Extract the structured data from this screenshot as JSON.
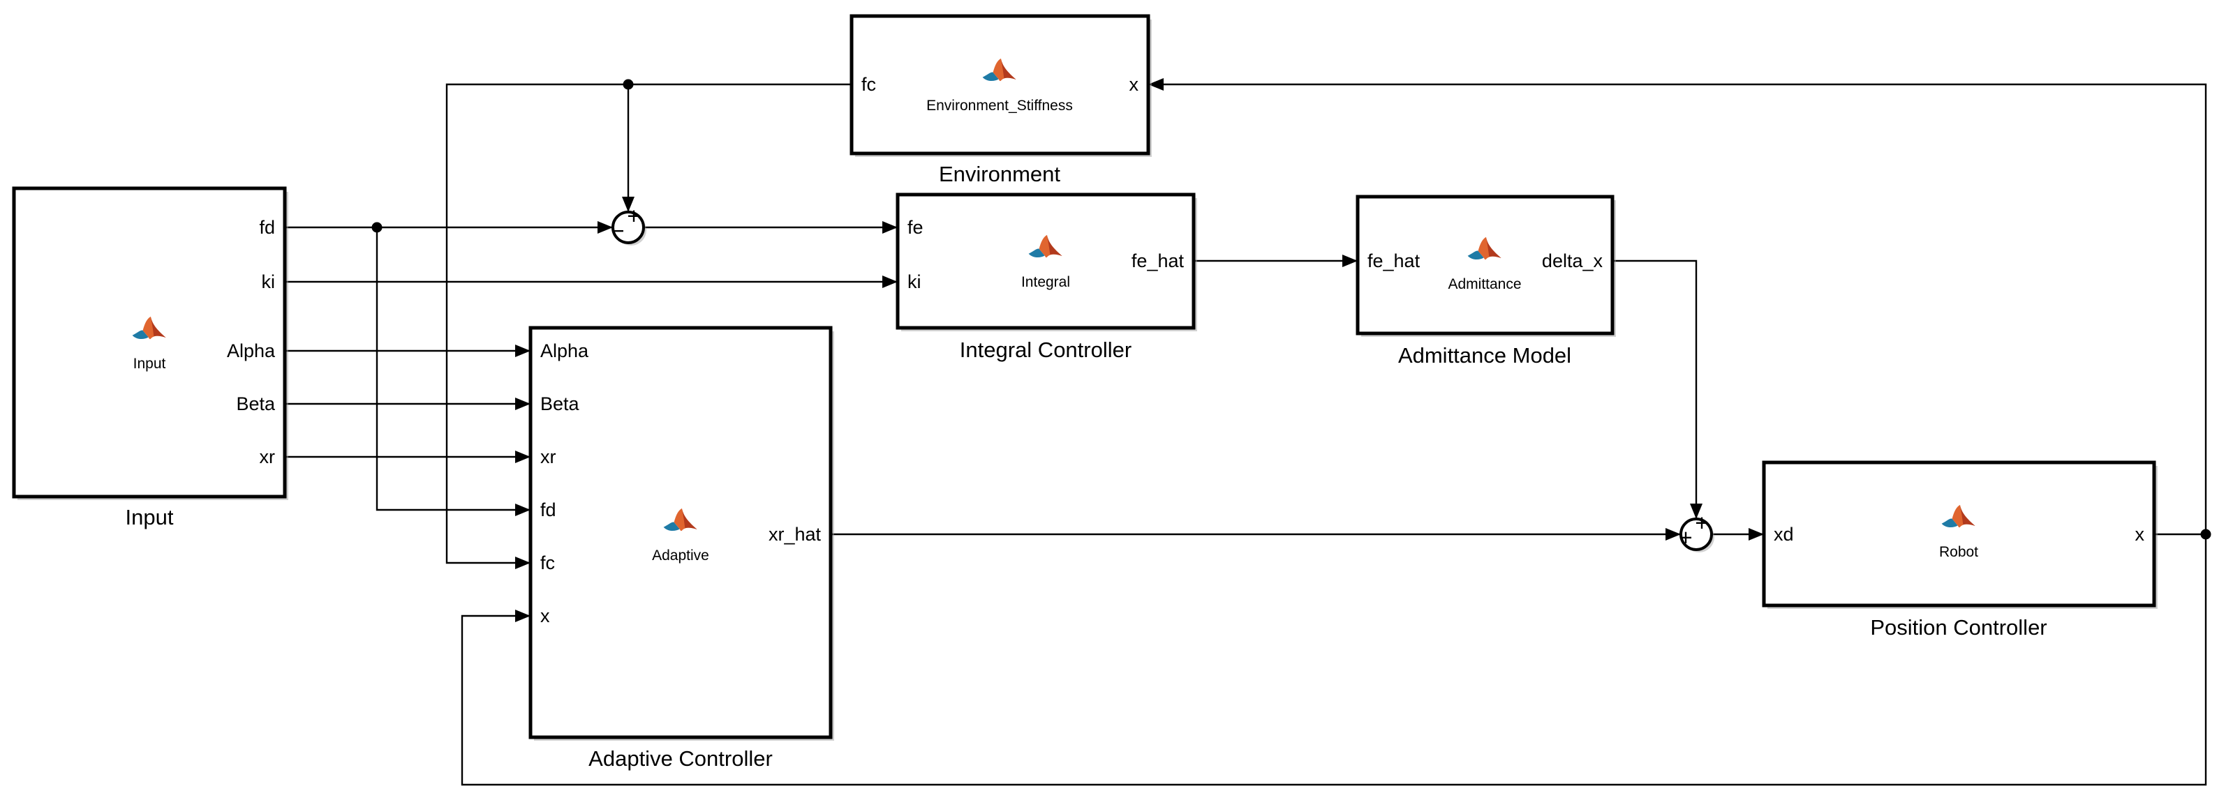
{
  "canvas": {
    "background": "#ffffff"
  },
  "colors": {
    "wire": "#000000",
    "block_fill": "#ffffff",
    "block_border": "#000000",
    "logo_orange": "#e0652f",
    "logo_orange_dark": "#b23a1d",
    "logo_blue": "#1f7ba6"
  },
  "blocks": {
    "input": {
      "label": "Input",
      "icon_label": "Input",
      "ports": {
        "fd": "fd",
        "ki": "ki",
        "alpha": "Alpha",
        "beta": "Beta",
        "xr": "xr"
      }
    },
    "environment": {
      "label": "Environment",
      "icon_label": "Environment_Stiffness",
      "ports": {
        "fc": "fc",
        "x": "x"
      }
    },
    "integral": {
      "label": "Integral Controller",
      "icon_label": "Integral",
      "ports": {
        "fe": "fe",
        "ki": "ki",
        "fe_hat": "fe_hat"
      }
    },
    "admittance": {
      "label": "Admittance Model",
      "icon_label": "Admittance",
      "ports": {
        "fe_hat": "fe_hat",
        "delta_x": "delta_x"
      }
    },
    "adaptive": {
      "label": "Adaptive Controller",
      "icon_label": "Adaptive",
      "ports": {
        "alpha": "Alpha",
        "beta": "Beta",
        "xr": "xr",
        "fd": "fd",
        "fc": "fc",
        "x": "x",
        "xr_hat": "xr_hat"
      }
    },
    "position": {
      "label": "Position Controller",
      "icon_label": "Robot",
      "ports": {
        "xd": "xd",
        "x": "x"
      }
    }
  },
  "sums": {
    "sum1": {
      "top_sign": "+",
      "left_sign": "−"
    },
    "sum2": {
      "top_sign": "+",
      "left_sign": "+"
    }
  }
}
